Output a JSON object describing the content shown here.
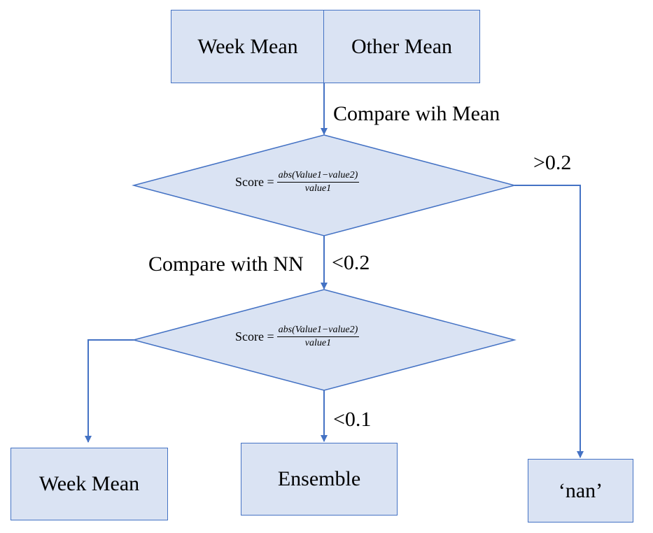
{
  "top_box": {
    "left_label": "Week Mean",
    "right_label": "Other Mean"
  },
  "edges": {
    "compare_mean": "Compare wih Mean",
    "gt_02": ">0.2",
    "compare_nn": "Compare with NN",
    "lt_02": "<0.2",
    "lt_01": "<0.1"
  },
  "decision1": {
    "prefix": "Score =",
    "numerator": "abs(Value1−value2)",
    "denominator": "value1"
  },
  "decision2": {
    "prefix": "Score =",
    "numerator": "abs(Value1−value2)",
    "denominator": "value1"
  },
  "outputs": {
    "week_mean": "Week Mean",
    "ensemble": "Ensemble",
    "nan": "‘nan’"
  },
  "colors": {
    "fill": "#dae3f3",
    "stroke": "#4472c4"
  }
}
